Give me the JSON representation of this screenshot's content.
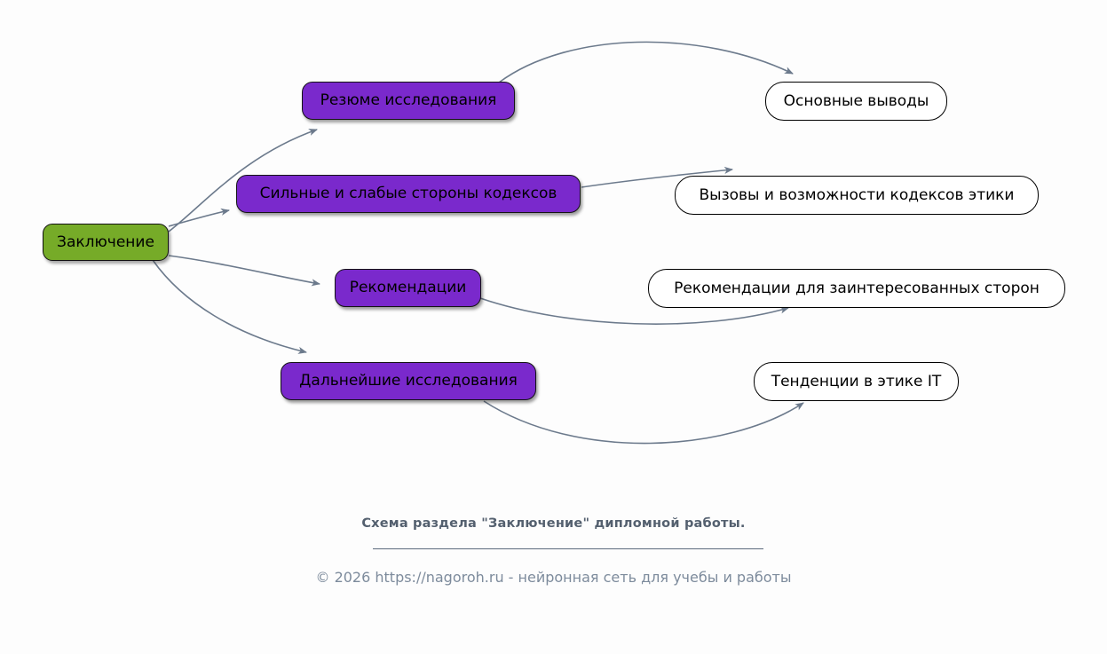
{
  "diagram": {
    "type": "mindmap",
    "root": {
      "id": "root",
      "label": "Заключение",
      "color": "#76ab28"
    },
    "branch_color": "#7a29cc",
    "leaf_color": "#ffffff",
    "edge_color": "#6c7a8c",
    "branches": [
      {
        "id": "branch-1",
        "label": "Резюме исследования",
        "leaf": {
          "id": "leaf-1",
          "label": "Основные выводы"
        }
      },
      {
        "id": "branch-2",
        "label": "Сильные и слабые стороны кодексов",
        "leaf": {
          "id": "leaf-2",
          "label": "Вызовы и возможности кодексов этики"
        }
      },
      {
        "id": "branch-3",
        "label": "Рекомендации",
        "leaf": {
          "id": "leaf-3",
          "label": "Рекомендации для заинтересованных сторон"
        }
      },
      {
        "id": "branch-4",
        "label": "Дальнейшие исследования",
        "leaf": {
          "id": "leaf-4",
          "label": "Тенденции в этике IT"
        }
      }
    ]
  },
  "caption": {
    "title": "Схема раздела \"Заключение\" дипломной работы.",
    "copyright": "© 2026 https://nagoroh.ru - нейронная сеть для учебы и работы"
  }
}
